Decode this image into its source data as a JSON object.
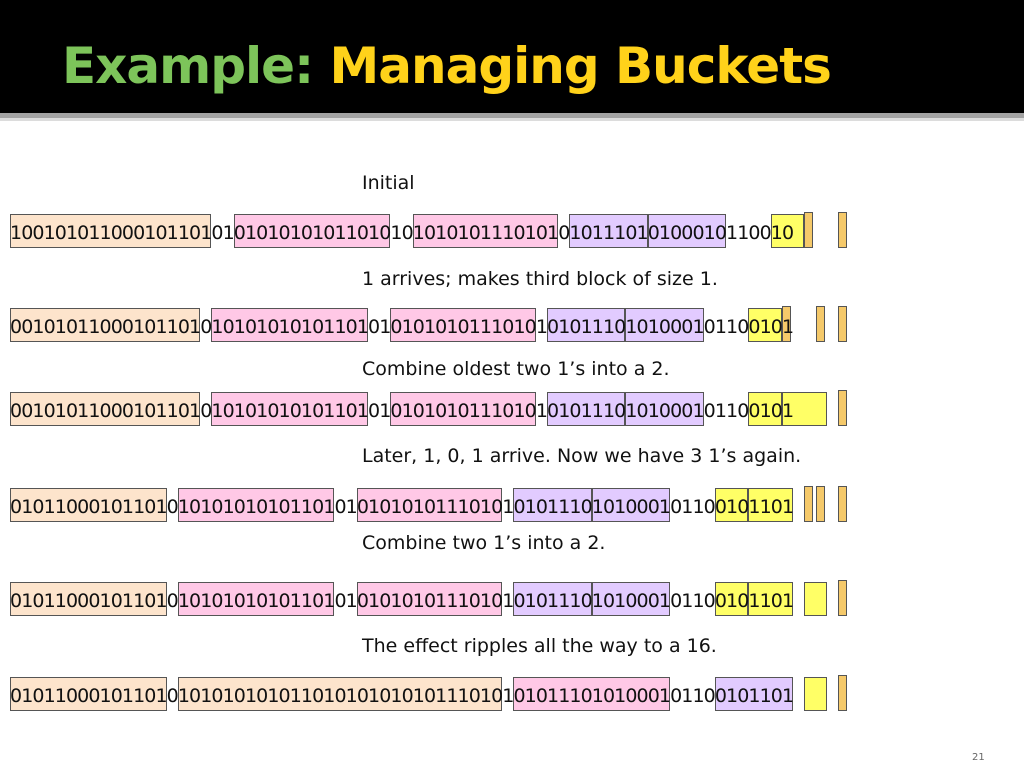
{
  "slide": {
    "title_part1": "Example: ",
    "title_part2": "Managing Buckets",
    "page_number": "21"
  },
  "colors": {
    "orange": "#fde4cc",
    "pink": "#ffc8e6",
    "purple": "#e2cbff",
    "yellow": "#ffff66",
    "gold": "#f5c96a",
    "title_green": "#7dc45a",
    "title_yellow": "#ffd21a"
  },
  "rows": [
    {
      "caption": "Initial",
      "bits": "1001010110001011010101010101011010101010101110101010111010100010110010",
      "buckets": [
        {
          "from": 0,
          "to": 18,
          "color": "orange"
        },
        {
          "from": 20,
          "to": 34,
          "color": "pink"
        },
        {
          "from": 36,
          "to": 49,
          "color": "pink"
        },
        {
          "from": 50,
          "to": 57,
          "color": "purple"
        },
        {
          "from": 57,
          "to": 64,
          "color": "purple"
        },
        {
          "from": 68,
          "to": 71,
          "color": "yellow"
        },
        {
          "from": 71,
          "to": 71.6,
          "color": "gold"
        },
        {
          "from": 74,
          "to": 74.6,
          "color": "gold"
        }
      ]
    },
    {
      "caption": "1 arrives; makes third block of size 1.",
      "bits": "0010101100010110101010101010110101010101011101010101110101000101100101",
      "buckets": [
        {
          "from": 0,
          "to": 17,
          "color": "orange"
        },
        {
          "from": 18,
          "to": 32,
          "color": "pink"
        },
        {
          "from": 34,
          "to": 47,
          "color": "pink"
        },
        {
          "from": 48,
          "to": 55,
          "color": "purple"
        },
        {
          "from": 55,
          "to": 62,
          "color": "purple"
        },
        {
          "from": 66,
          "to": 69,
          "color": "yellow"
        },
        {
          "from": 69,
          "to": 69.6,
          "color": "gold"
        },
        {
          "from": 72,
          "to": 72.6,
          "color": "gold"
        },
        {
          "from": 74,
          "to": 74.6,
          "color": "gold"
        }
      ]
    },
    {
      "caption": "Combine oldest two 1’s into a 2.",
      "bits": "0010101100010110101010101010110101010101011101010101110101000101100101",
      "buckets": [
        {
          "from": 0,
          "to": 17,
          "color": "orange"
        },
        {
          "from": 18,
          "to": 32,
          "color": "pink"
        },
        {
          "from": 34,
          "to": 47,
          "color": "pink"
        },
        {
          "from": 48,
          "to": 55,
          "color": "purple"
        },
        {
          "from": 55,
          "to": 62,
          "color": "purple"
        },
        {
          "from": 66,
          "to": 69,
          "color": "yellow"
        },
        {
          "from": 69,
          "to": 73,
          "color": "yellow"
        },
        {
          "from": 74,
          "to": 74.6,
          "color": "gold"
        }
      ]
    },
    {
      "caption": "Later, 1, 0, 1 arrive.  Now we have 3 1’s again.",
      "bits": "0101100010110101010101010110101010101011101010101110101000101100101101",
      "buckets": [
        {
          "from": 0,
          "to": 14,
          "color": "orange"
        },
        {
          "from": 15,
          "to": 29,
          "color": "pink"
        },
        {
          "from": 31,
          "to": 44,
          "color": "pink"
        },
        {
          "from": 45,
          "to": 52,
          "color": "purple"
        },
        {
          "from": 52,
          "to": 59,
          "color": "purple"
        },
        {
          "from": 63,
          "to": 66,
          "color": "yellow"
        },
        {
          "from": 66,
          "to": 70,
          "color": "yellow"
        },
        {
          "from": 71,
          "to": 71.6,
          "color": "gold"
        },
        {
          "from": 72,
          "to": 72.6,
          "color": "gold"
        },
        {
          "from": 74,
          "to": 74.6,
          "color": "gold"
        }
      ]
    },
    {
      "caption": "Combine two 1’s into a 2.",
      "bits": "0101100010110101010101010110101010101011101010101110101000101100101101",
      "buckets": [
        {
          "from": 0,
          "to": 14,
          "color": "orange"
        },
        {
          "from": 15,
          "to": 29,
          "color": "pink"
        },
        {
          "from": 31,
          "to": 44,
          "color": "pink"
        },
        {
          "from": 45,
          "to": 52,
          "color": "purple"
        },
        {
          "from": 52,
          "to": 59,
          "color": "purple"
        },
        {
          "from": 63,
          "to": 66,
          "color": "yellow"
        },
        {
          "from": 66,
          "to": 70,
          "color": "yellow"
        },
        {
          "from": 71,
          "to": 73,
          "color": "yellow"
        },
        {
          "from": 74,
          "to": 74.6,
          "color": "gold"
        }
      ]
    },
    {
      "caption": "The effect ripples all the way to a 16.",
      "bits": "0101100010110101010101010110101010101011101010101110101000101100101101",
      "buckets": [
        {
          "from": 0,
          "to": 14,
          "color": "orange"
        },
        {
          "from": 15,
          "to": 44,
          "color": "orange"
        },
        {
          "from": 45,
          "to": 59,
          "color": "pink"
        },
        {
          "from": 63,
          "to": 70,
          "color": "purple"
        },
        {
          "from": 71,
          "to": 73,
          "color": "yellow"
        },
        {
          "from": 74,
          "to": 74.6,
          "color": "gold"
        }
      ]
    }
  ]
}
